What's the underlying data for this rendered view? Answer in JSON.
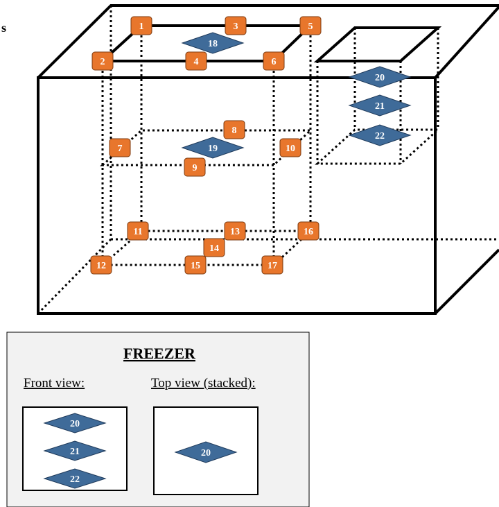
{
  "edge_fragment": "s",
  "cube_markers": [
    {
      "label": "1"
    },
    {
      "label": "2"
    },
    {
      "label": "3"
    },
    {
      "label": "4"
    },
    {
      "label": "5"
    },
    {
      "label": "6"
    },
    {
      "label": "7"
    },
    {
      "label": "8"
    },
    {
      "label": "9"
    },
    {
      "label": "10"
    },
    {
      "label": "11"
    },
    {
      "label": "12"
    },
    {
      "label": "13"
    },
    {
      "label": "14"
    },
    {
      "label": "15"
    },
    {
      "label": "16"
    },
    {
      "label": "17"
    }
  ],
  "center_diamonds": [
    {
      "label": "18"
    },
    {
      "label": "19"
    }
  ],
  "freezer_diamonds": [
    {
      "label": "20"
    },
    {
      "label": "21"
    },
    {
      "label": "22"
    }
  ],
  "legend": {
    "title": "FREEZER",
    "front_label": "Front view:",
    "top_label": "Top view (stacked):",
    "front_items": [
      "20",
      "21",
      "22"
    ],
    "top_item": "20"
  },
  "colors": {
    "marker": "#E8762C",
    "diamond": "#3F6B99",
    "legend_bg": "#F2F2F2"
  }
}
